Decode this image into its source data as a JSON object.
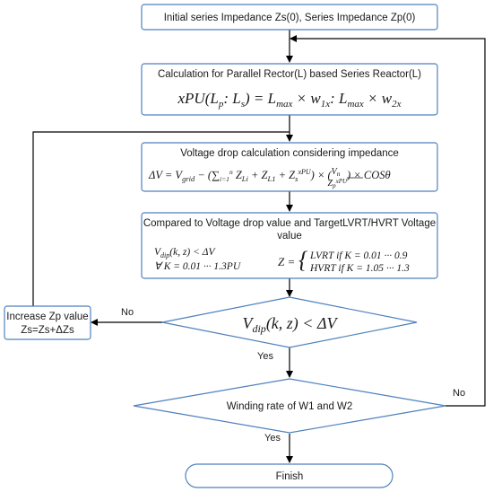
{
  "steps": {
    "init": "Initial series Impedance Zs(0), Series Impedance Zp(0)",
    "calc_title": "Calculation for Parallel Rector(L) based Series Reactor(L)",
    "calc_formula": "xPU(Lp : Ls) = Lmax × w1x : Lmax × w2x",
    "vdrop_title": "Voltage drop calculation considering impedance",
    "vdrop_formula": "ΔV = Vgrid − (∑ ZLi + ZL1 + Zs^xPU) × (Vn / Zp^xPU) × COSθ",
    "compare_title_1": "Compared to Voltage drop value and TargetLVRT/HVRT Voltage",
    "compare_title_2": "value",
    "compare_left_1": "Vdip(k, z) < ΔV",
    "compare_left_2": "∀ K = 0.01 ··· 1.3PU",
    "compare_right_1": "LVRT  if  K = 0.01 ··· 0.9",
    "compare_right_2": "HVRT  if  K = 1.05 ··· 1.3",
    "decision1": "Vdip(k, z) < ΔV",
    "increase_1": "Increase Zp value",
    "increase_2": "Zs=Zs+ΔZs",
    "decision2": "Winding rate of W1 and W2",
    "finish": "Finish"
  },
  "edge_labels": {
    "no1": "No",
    "yes1": "Yes",
    "no2": "No",
    "yes2": "Yes"
  }
}
